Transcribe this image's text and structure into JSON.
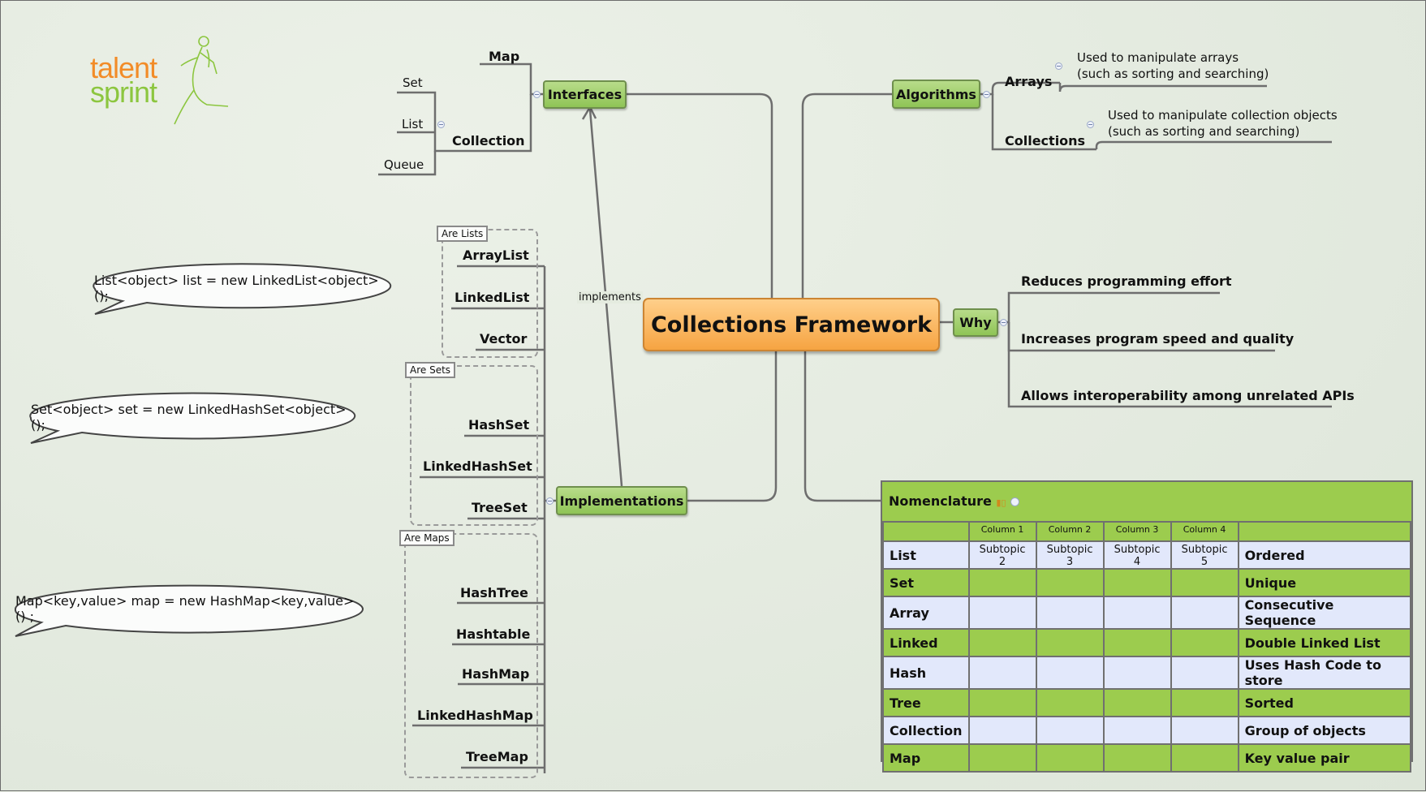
{
  "central": "Collections Framework",
  "logo": {
    "line1": "talent",
    "line2": "sprint"
  },
  "interfaces": {
    "label": "Interfaces",
    "map": "Map",
    "collection": "Collection",
    "children": [
      "Set",
      "List",
      "Queue"
    ]
  },
  "implements_label": "implements",
  "implementations": {
    "label": "Implementations",
    "groups": {
      "lists": {
        "label": "Are Lists",
        "items": [
          "ArrayList",
          "LinkedList",
          "Vector"
        ]
      },
      "sets": {
        "label": "Are Sets",
        "items": [
          "HashSet",
          "LinkedHashSet",
          "TreeSet"
        ]
      },
      "maps": {
        "label": "Are Maps",
        "items": [
          "HashTree",
          "Hashtable",
          "HashMap",
          "LinkedHashMap",
          "TreeMap"
        ]
      }
    }
  },
  "algorithms": {
    "label": "Algorithms",
    "arrays": {
      "label": "Arrays",
      "note1": "Used to manipulate arrays",
      "note2": "(such as sorting and searching)"
    },
    "collections": {
      "label": "Collections",
      "note1": "Used to manipulate collection objects",
      "note2": "(such as sorting and searching)"
    }
  },
  "why": {
    "label": "Why",
    "reasons": [
      "Reduces programming effort",
      "Increases program speed and quality",
      "Allows interoperability among unrelated APIs"
    ]
  },
  "callouts": [
    "List<object> list = new LinkedList<object>();",
    "Set<object> set = new LinkedHashSet<object>();",
    "Map<key,value> map = new HashMap<key,value>() ;"
  ],
  "nomenclature": {
    "title": "Nomenclature",
    "columns": [
      "Column 1",
      "Column 2",
      "Column 3",
      "Column 4"
    ],
    "rows": [
      {
        "term": "List",
        "subs": [
          "Subtopic 2",
          "Subtopic 3",
          "Subtopic 4",
          "Subtopic 5"
        ],
        "meaning": "Ordered"
      },
      {
        "term": "Set",
        "subs": [
          "",
          "",
          "",
          ""
        ],
        "meaning": "Unique"
      },
      {
        "term": "Array",
        "subs": [
          "",
          "",
          "",
          ""
        ],
        "meaning": "Consecutive Sequence"
      },
      {
        "term": "Linked",
        "subs": [
          "",
          "",
          "",
          ""
        ],
        "meaning": "Double Linked List"
      },
      {
        "term": "Hash",
        "subs": [
          "",
          "",
          "",
          ""
        ],
        "meaning": "Uses Hash Code to store"
      },
      {
        "term": "Tree",
        "subs": [
          "",
          "",
          "",
          ""
        ],
        "meaning": "Sorted"
      },
      {
        "term": "Collection",
        "subs": [
          "",
          "",
          "",
          ""
        ],
        "meaning": "Group of objects"
      },
      {
        "term": "Map",
        "subs": [
          "",
          "",
          "",
          ""
        ],
        "meaning": "Key value pair"
      }
    ]
  },
  "colors": {
    "node_fill": "#9ccc4e",
    "central_fill": "#f6a442",
    "table_alt_row": "#e2e8fb",
    "connector": "#6e6e6e"
  }
}
